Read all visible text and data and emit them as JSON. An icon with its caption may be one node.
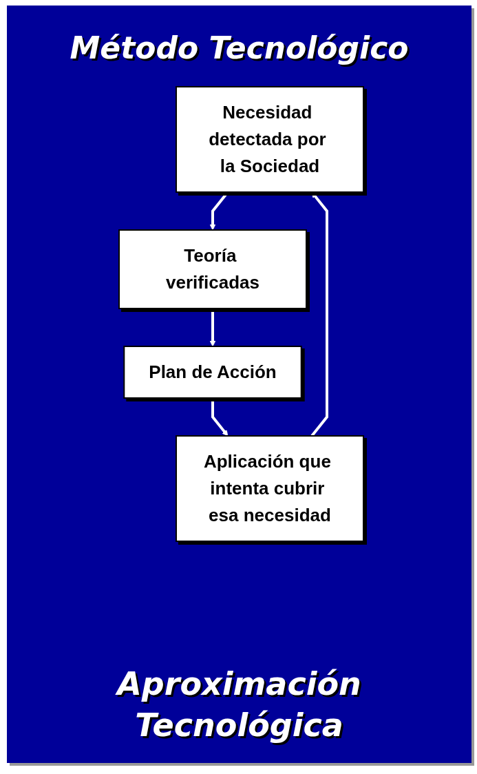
{
  "diagram": {
    "title": "Método Tecnológico",
    "caption": "Aproximación Tecnológica",
    "nodes": [
      {
        "text": [
          "Necesidad detectada por la Sociedad"
        ]
      },
      {
        "text": [
          "Teoría verificadas"
        ]
      },
      {
        "text": [
          "Plan de Acción"
        ]
      },
      {
        "text": [
          "Aplicación que intenta cubrir esa necesidad"
        ]
      }
    ],
    "edges": [
      {
        "from": 0,
        "to": 1,
        "arrow": "to"
      },
      {
        "from": 1,
        "to": 2,
        "arrow": "to"
      },
      {
        "from": 2,
        "to": 3,
        "arrow": "to"
      },
      {
        "from": 3,
        "to": 0,
        "arrow": "to"
      }
    ]
  }
}
